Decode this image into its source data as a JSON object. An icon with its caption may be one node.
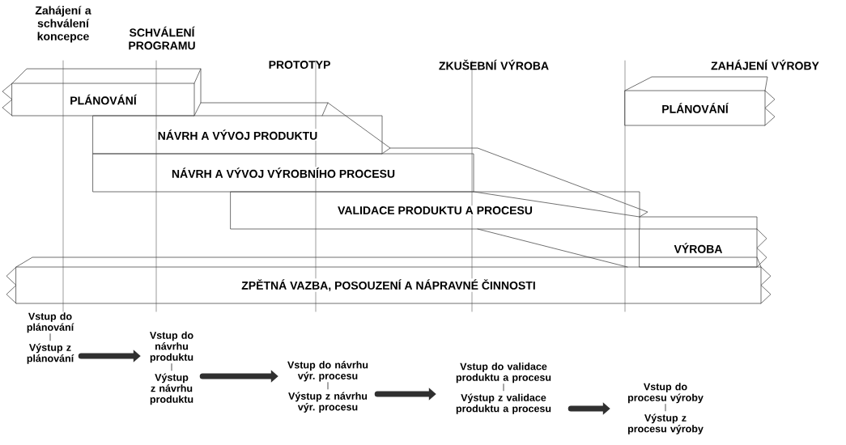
{
  "diagram": {
    "nodes": [
      {
        "text": [
          "PLÁNOVÁNÍ"
        ]
      },
      {
        "text": [
          "PLÁNOVÁNÍ"
        ]
      },
      {
        "text": [
          "NÁVRH A VÝVOJ PRODUKTU"
        ]
      },
      {
        "text": [
          "NÁVRH A VÝVOJ VÝROBNÍHO PROCESU"
        ]
      },
      {
        "text": [
          "VALIDACE PRODUKTU A PROCESU"
        ]
      },
      {
        "text": [
          "VÝROBA"
        ]
      },
      {
        "text": [
          "ZPĚTNÁ VAZBA, POSOUZENÍ A NÁPRAVNÉ ČINNOSTI"
        ]
      },
      {
        "text": [
          "Vstup do plánování",
          "Výstup z plánování"
        ]
      },
      {
        "text": [
          "Vstup do návrhu produktu",
          "Výstup z návrhu produktu"
        ]
      },
      {
        "text": [
          "Vstup do návrhu výr. procesu",
          "Výstup z návrhu výr. procesu"
        ]
      },
      {
        "text": [
          "Vstup do validace produktu a procesu",
          "Výstup z validace produktu a procesu"
        ]
      },
      {
        "text": [
          "Vstup do procesu výroby",
          "Výstup z procesu výroby"
        ]
      }
    ],
    "edges": [
      {
        "from": 7,
        "to": 8,
        "arrow": "to"
      },
      {
        "from": 8,
        "to": 9,
        "arrow": "to"
      },
      {
        "from": 9,
        "to": 10,
        "arrow": "to"
      },
      {
        "from": 10,
        "to": 11,
        "arrow": "to"
      }
    ],
    "labels": [
      "Zahájení a schválení koncepce",
      "SCHVÁLENÍ PROGRAMU",
      "PROTOTYP",
      "ZKUŠEBNÍ VÝROBA",
      "ZAHÁJENÍ VÝROBY"
    ]
  }
}
